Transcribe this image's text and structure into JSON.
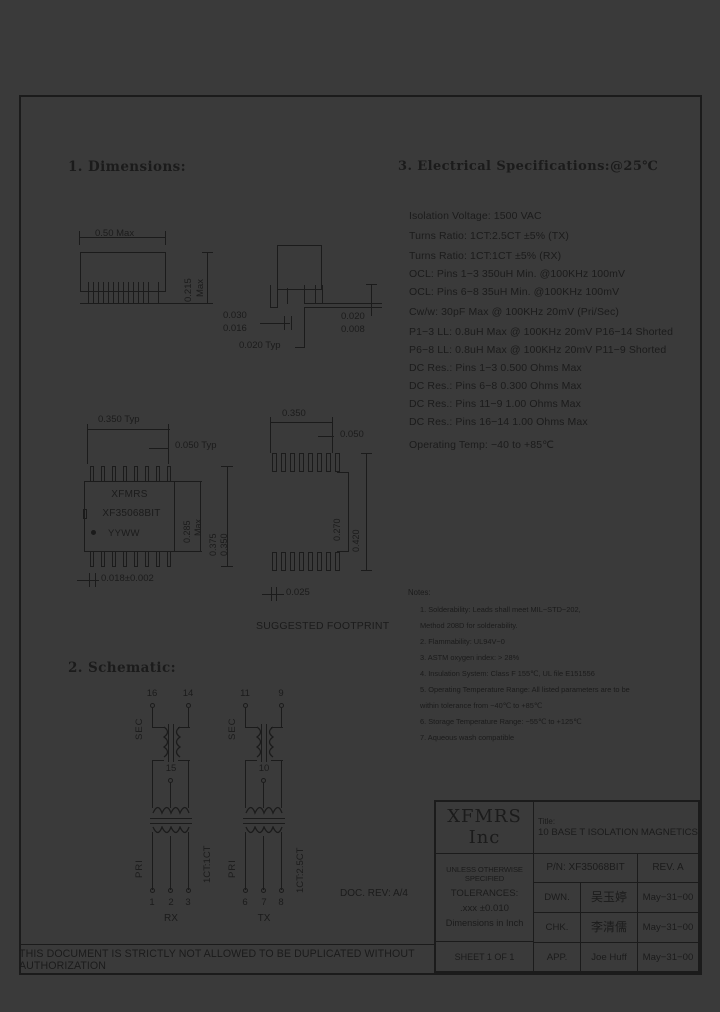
{
  "document": {
    "disclaimer": "THIS DOCUMENT IS STRICTLY NOT ALLOWED TO BE DUPLICATED WITHOUT AUTHORIZATION",
    "doc_rev": "DOC. REV: A/4",
    "background_color": "#3a3a3a",
    "ink_color": "#1b1b1b"
  },
  "sections": {
    "dimensions_heading": "1. Dimensions:",
    "schematic_heading": "2. Schematic:",
    "electrical_heading": "3. Electrical  Specifications:@25℃"
  },
  "dimensions": {
    "side_view": {
      "width_label": "0.50 Max",
      "height_label": "0.215\nMax",
      "height_line1": "0.215",
      "height_line2": "Max"
    },
    "end_view": {
      "lead_w_upper": "0.030",
      "lead_w_lower": "0.016",
      "lead_t_upper": "0.020",
      "lead_t_lower": "0.008",
      "standoff": "0.020 Typ"
    },
    "top_view": {
      "body_width": "0.350 Typ",
      "pitch": "0.050 Typ",
      "body_depth_1": "0.285",
      "body_depth_2": "Max",
      "overall_1": "0.375",
      "overall_2": "0.350",
      "lead_width": "0.018±0.002",
      "part_line1": "XFMRS",
      "part_line2": "XF35068BIT",
      "part_line3": "YYWW"
    },
    "footprint": {
      "title": "SUGGESTED  FOOTPRINT",
      "pad_span": "0.350",
      "pitch": "0.050",
      "inner_gap": "0.270",
      "outer_span": "0.420",
      "pad_width": "0.025"
    }
  },
  "schematic": {
    "left": {
      "name": "RX",
      "sec_label": "SEC",
      "pri_label": "PRI",
      "ratio_label": "1CT:1CT",
      "sec_pins": [
        "16",
        "14"
      ],
      "sec_ct": "15",
      "pri_pins": [
        "1",
        "2",
        "3"
      ]
    },
    "right": {
      "name": "TX",
      "sec_label": "SEC",
      "pri_label": "PRI",
      "ratio_label": "1CT:2.5CT",
      "sec_pins": [
        "11",
        "9"
      ],
      "sec_ct": "10",
      "pri_pins": [
        "6",
        "7",
        "8"
      ]
    }
  },
  "electrical": {
    "lines": [
      "Isolation Voltage:   1500 VAC",
      "Turns Ratio: 1CT:2.5CT ±5% (TX)",
      "Turns Ratio: 1CT:1CT ±5% (RX)",
      "OCL: Pins 1−3 350uH Min. @100KHz 100mV",
      "OCL: Pins 6−8 35uH Min. @100KHz 100mV",
      "Cw/w: 30pF Max @ 100KHz 20mV (Pri/Sec)",
      "P1−3 LL: 0.8uH Max @ 100KHz 20mV P16−14 Shorted",
      "P6−8 LL: 0.8uH Max @ 100KHz 20mV P11−9 Shorted",
      "DC Res.: Pins 1−3 0.500 Ohms Max",
      "DC Res.: Pins 6−8 0.300 Ohms Max",
      "DC Res.: Pins 11−9 1.00 Ohms Max",
      "DC Res.: Pins 16−14 1.00 Ohms Max",
      "Operating Temp: −40 to +85℃"
    ]
  },
  "notes": {
    "heading": "Notes:",
    "items": [
      "1. Solderability: Leads shall meet MIL−STD−202,",
      "    Method 208D for solderability.",
      "2. Flammability: UL94V−0",
      "3. ASTM oxygen index: > 28%",
      "4. Insulation System: Class F 155℃, UL file E151556",
      "5. Operating Temperature Range: All listed parameters are to be",
      "    within tolerance from −40℃ to +85℃",
      "6. Storage Temperature Range: −55℃ to +125℃",
      "7. Aqueous wash compatible"
    ]
  },
  "title_block": {
    "company": "XFMRS Inc",
    "title_caption": "Title:",
    "title_text": "10 BASE T ISOLATION MAGNETICS",
    "unless_note": "UNLESS OTHERWISE SPECIFIED",
    "tolerances_caption": "TOLERANCES:",
    "tolerance_value": ".xxx ±0.010",
    "units_note": "Dimensions in Inch",
    "sheet": "SHEET 1 OF 1",
    "part_number": "P/N: XF35068BIT",
    "revision": "REV. A",
    "rows": [
      {
        "role": "DWN.",
        "name": "吴玉婷",
        "date": "May−31−00"
      },
      {
        "role": "CHK.",
        "name": "李清儒",
        "date": "May−31−00"
      },
      {
        "role": "APP.",
        "name": "Joe Huff",
        "date": "May−31−00"
      }
    ]
  }
}
